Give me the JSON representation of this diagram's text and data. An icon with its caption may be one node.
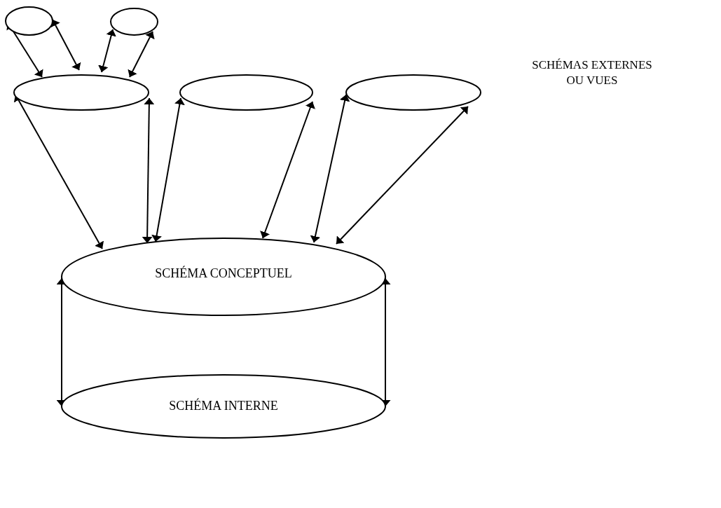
{
  "diagram": {
    "nodes": [
      {
        "text": [],
        "shape": "ellipse"
      },
      {
        "text": [],
        "shape": "ellipse"
      },
      {
        "text": [],
        "shape": "ellipse"
      },
      {
        "text": [],
        "shape": "ellipse"
      },
      {
        "text": [],
        "shape": "ellipse"
      },
      {
        "text": [
          "SCHÉMA CONCEPTUEL"
        ]
      },
      {
        "text": [
          "SCHÉMA INTERNE"
        ]
      }
    ],
    "edges": [
      {
        "from": 0,
        "to": 2,
        "arrow": "both"
      },
      {
        "from": 0,
        "to": 2,
        "arrow": "both"
      },
      {
        "from": 1,
        "to": 2,
        "arrow": "both"
      },
      {
        "from": 1,
        "to": 2,
        "arrow": "both"
      },
      {
        "from": 2,
        "to": 5,
        "arrow": "both"
      },
      {
        "from": 2,
        "to": 5,
        "arrow": "both"
      },
      {
        "from": 3,
        "to": 5,
        "arrow": "both"
      },
      {
        "from": 3,
        "to": 5,
        "arrow": "both"
      },
      {
        "from": 4,
        "to": 5,
        "arrow": "both"
      },
      {
        "from": 4,
        "to": 5,
        "arrow": "both"
      },
      {
        "from": 5,
        "to": 6,
        "arrow": "both"
      },
      {
        "from": 5,
        "to": 6,
        "arrow": "both"
      }
    ],
    "labels": [
      "SCHÉMAS EXTERNES OU VUES"
    ]
  }
}
